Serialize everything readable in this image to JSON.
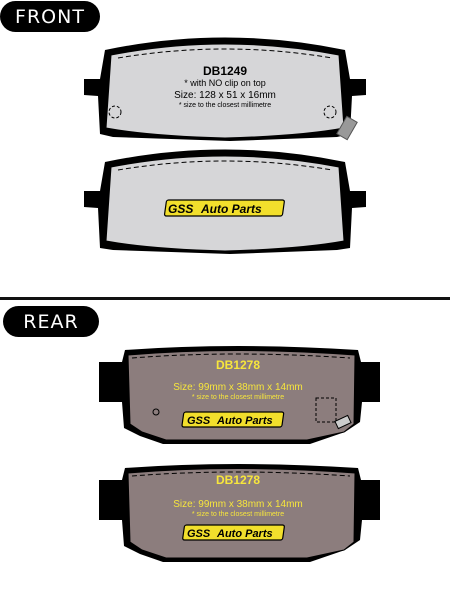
{
  "sections": {
    "front_label": "FRONT",
    "rear_label": "REAR"
  },
  "front_top": {
    "code": "DB1249",
    "note": "* with NO clip on top",
    "size": "Size: 128 x 51 x 16mm",
    "size_note": "* size to the closest millimetre"
  },
  "front_bottom": {
    "brand_a": "GSS",
    "brand_b": "Auto Parts"
  },
  "rear_top": {
    "code": "DB1278",
    "size": "Size: 99mm x 38mm x 14mm",
    "size_note": "* size to the closest millimetre",
    "brand_a": "GSS",
    "brand_b": "Auto Parts"
  },
  "rear_bottom": {
    "code": "DB1278",
    "size": "Size: 99mm x 38mm x 14mm",
    "size_note": "* size to the closest millimetre",
    "brand_a": "GSS",
    "brand_b": "Auto Parts"
  },
  "colors": {
    "front_pad": "#d6d6d8",
    "rear_pad": "#8c7d7d",
    "rear_text": "#f7e63c",
    "logo_yellow": "#f2df2c",
    "outline": "#000000"
  }
}
